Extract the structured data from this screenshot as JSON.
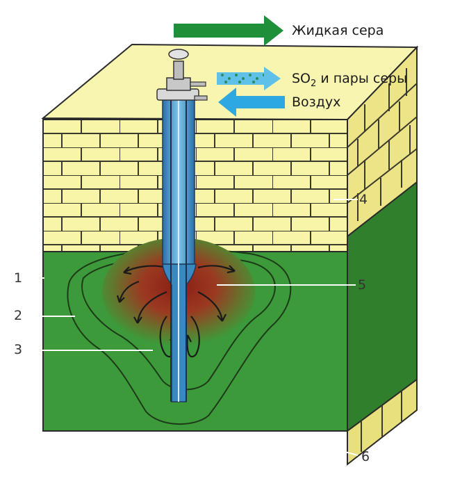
{
  "legend": {
    "liquid_sulfur": "Жидкая сера",
    "so2_main": "SO",
    "so2_sub": "2",
    "so2_rest": " и пары серы",
    "air": "Воздух"
  },
  "labels": {
    "n1": "1",
    "n2": "2",
    "n3": "3",
    "n4": "4",
    "n5": "5",
    "n6": "6"
  },
  "colors": {
    "limestone_light": "#f8f4a8",
    "limestone_front": "#f4ef9a",
    "limestone_side": "#e8e07c",
    "mortar": "#3a3a2a",
    "green_layer": "#3c9a3a",
    "green_side": "#2f7f2d",
    "hot_zone": "#8a2a1a",
    "arrow_green": "#1f8f3a",
    "arrow_blue": "#2ea8e0",
    "pipe_blue": "#4aa8d8"
  }
}
